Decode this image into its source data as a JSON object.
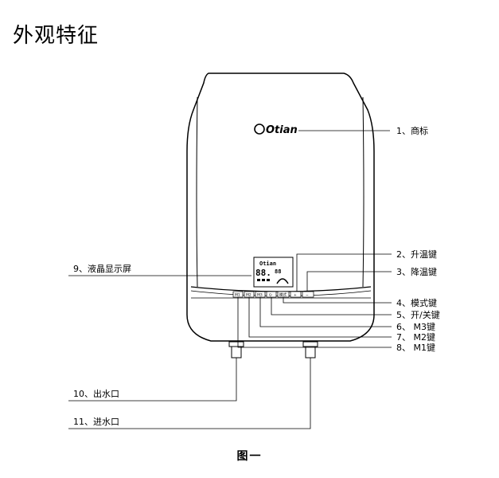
{
  "page_title": "外观特征",
  "logo_text": "Otian",
  "lcd": {
    "brand": "Otian",
    "digits_left": "88.",
    "digits_right": "88"
  },
  "buttons": {
    "m1": "M1",
    "m2": "M2",
    "m3": "M3",
    "power": "⏻",
    "mode": "模式",
    "up": "+",
    "down": "−"
  },
  "callouts": {
    "c1": "1、商标",
    "c2": "2、升温键",
    "c3": "3、降温键",
    "c4": "4、模式键",
    "c5": "5、开/关键",
    "c6": "6、 M3键",
    "c7": "7、 M2键",
    "c8": "8、 M1键",
    "c9": "9、液晶显示屏",
    "c10": "10、出水口",
    "c11": "11、进水口"
  },
  "figure_caption": "图一"
}
